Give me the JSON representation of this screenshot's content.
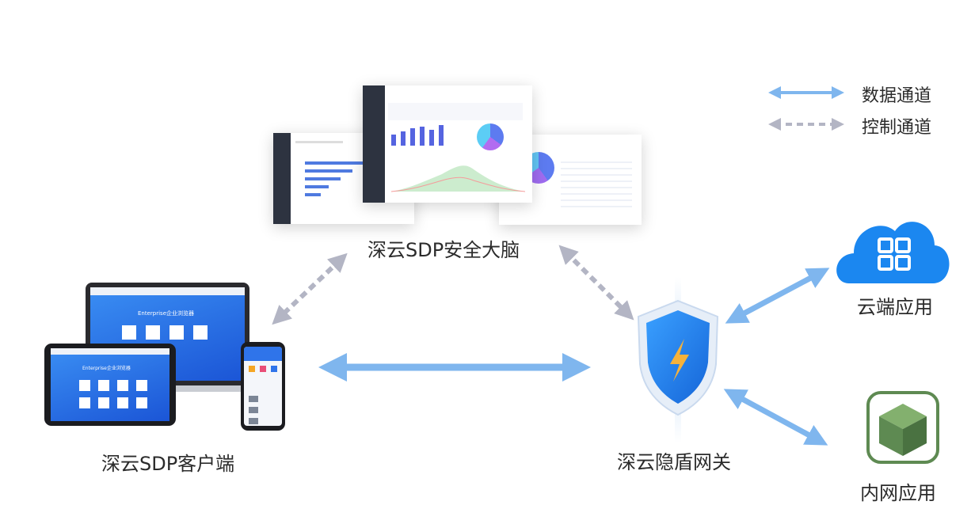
{
  "legend": {
    "data_channel": "数据通道",
    "control_channel": "控制通道"
  },
  "nodes": {
    "brain": "深云SDP安全大脑",
    "client": "深云SDP客户端",
    "gateway": "深云隐盾网关",
    "cloud_app": "云端应用",
    "intranet_app": "内网应用"
  },
  "colors": {
    "data_arrow": "#7fb6ee",
    "control_arrow": "#b3b5c4",
    "shield": "#1f7fe6",
    "cloud": "#1b87f0",
    "intranet_box": "#5e8a52"
  },
  "device_screen_text": {
    "laptop_title": "Enterprise企业浏览器",
    "tablet_title": "Enterprise企业浏览器"
  }
}
